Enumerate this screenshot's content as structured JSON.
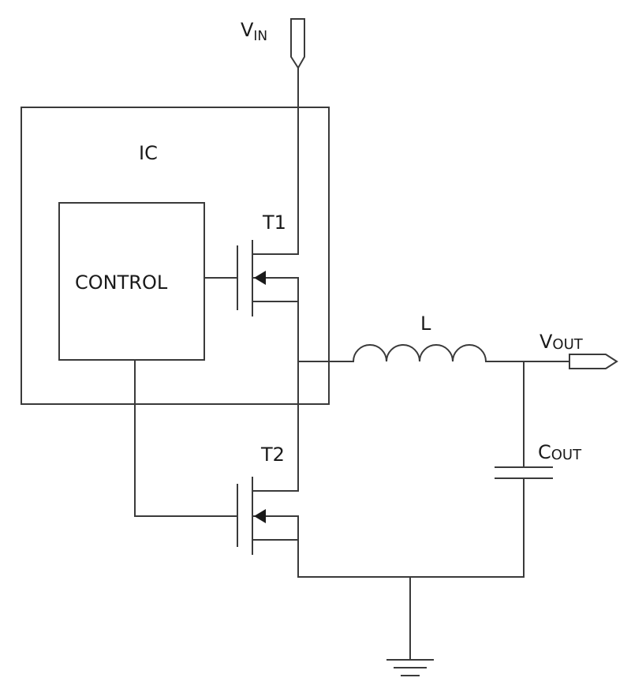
{
  "labels": {
    "vin_main": "V",
    "vin_sub": "IN",
    "ic": "IC",
    "control": "CONTROL",
    "t1": "T1",
    "t2": "T2",
    "l": "L",
    "vout_main": "V",
    "vout_sub": "OUT",
    "cout_main": "C",
    "cout_sub": "OUT"
  },
  "colors": {
    "line": "#3a3a3a",
    "text": "#1a1a1a",
    "background": "#ffffff"
  }
}
